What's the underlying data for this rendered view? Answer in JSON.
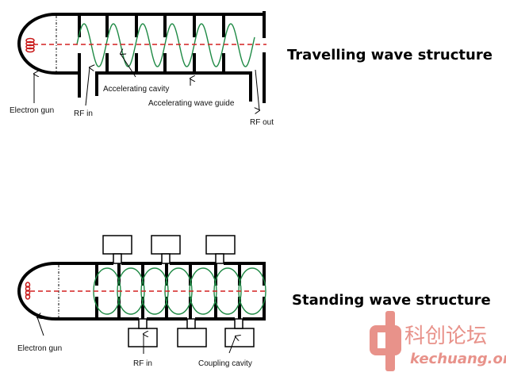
{
  "travelling": {
    "title": "Travelling wave structure",
    "labels": {
      "electron_gun": "Electron gun",
      "rf_in": "RF in",
      "accelerating_cavity": "Accelerating cavity",
      "accelerating_wave_guide": "Accelerating wave guide",
      "rf_out": "RF out"
    }
  },
  "standing": {
    "title": "Standing wave structure",
    "labels": {
      "electron_gun": "Electron gun",
      "rf_in": "RF in",
      "coupling_cavity": "Coupling cavity"
    }
  },
  "watermark": {
    "text": "科创论坛",
    "url": "kechuang.org"
  },
  "colors": {
    "beam": "#d42020",
    "wave": "#1f8a45",
    "watermark": "#e8928a"
  }
}
